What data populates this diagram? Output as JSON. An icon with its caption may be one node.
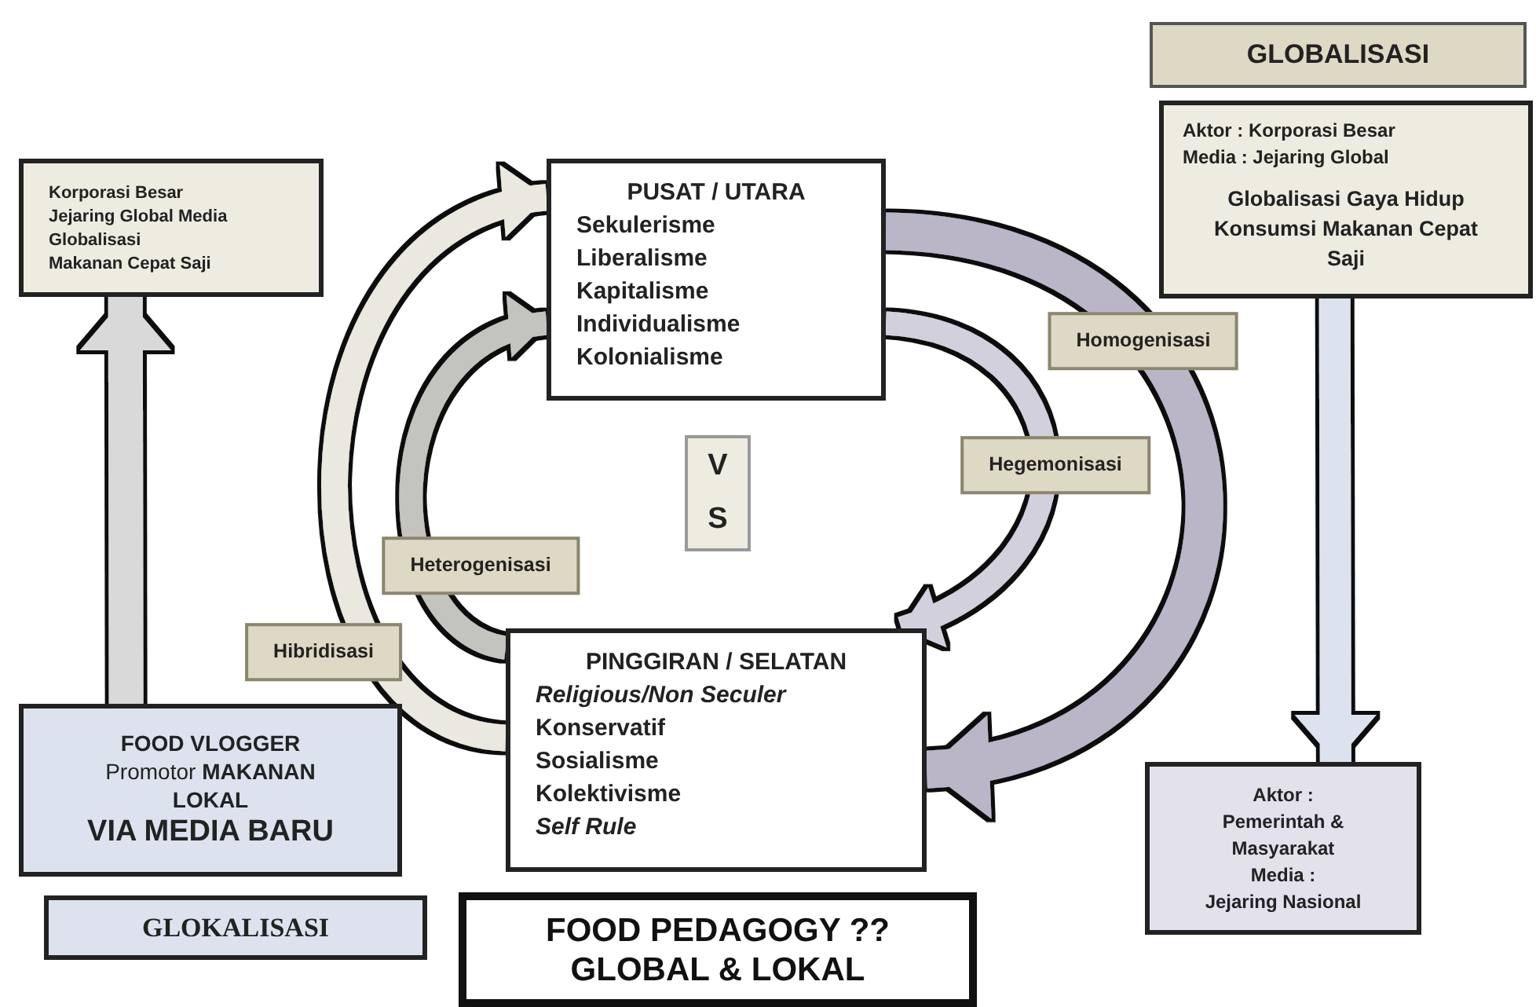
{
  "diagram": {
    "nodes": [
      {
        "text": [
          "GLOBALISASI"
        ]
      },
      {
        "text": [
          "Aktor : Korporasi Besar",
          "Media : Jejaring Global",
          "Globalisasi Gaya Hidup Konsumsi Makanan Cepat Saji"
        ]
      },
      {
        "text": [
          "Korporasi Besar",
          "Jejaring Global Media",
          "Globalisasi",
          "Makanan Cepat Saji"
        ]
      },
      {
        "text": [
          "PUSAT / UTARA",
          "Sekulerisme",
          "Liberalisme",
          "Kapitalisme",
          "Individualisme",
          "Kolonialisme"
        ]
      },
      {
        "text": [
          "VS"
        ]
      },
      {
        "text": [
          "PINGGIRAN / SELATAN",
          "Religious/Non Seculer",
          "Konservatif",
          "Sosialisme",
          "Kolektivisme",
          "Self Rule"
        ]
      },
      {
        "text": [
          "FOOD VLOGGER",
          "Promotor **MAKANAN LOKAL**",
          "VIA MEDIA BARU"
        ]
      },
      {
        "text": [
          "Aktor :",
          "Pemerintah & Masyarakat",
          "Media :",
          "Jejaring Nasional"
        ]
      },
      {
        "text": [
          "GLOKALISASI"
        ]
      },
      {
        "text": [
          "FOOD PEDAGOGY ??",
          "GLOBAL & LOKAL"
        ]
      }
    ],
    "edges": [
      {
        "from": 6,
        "to": 2,
        "arrow": "to",
        "color": "#d9d9d9"
      },
      {
        "from": 1,
        "to": 7,
        "arrow": "to",
        "color": "#dce3ef"
      },
      {
        "from": 5,
        "to": 3,
        "arrow": "to",
        "label": "Hibridisasi",
        "color": "#eae8df"
      },
      {
        "from": 5,
        "to": 3,
        "arrow": "to",
        "label": "Heterogenisasi",
        "color": "#c4c4bf"
      },
      {
        "from": 3,
        "to": 5,
        "arrow": "to",
        "label": "Homogenisasi",
        "color": "#bab6c8"
      },
      {
        "from": 3,
        "to": 5,
        "arrow": "to",
        "label": "Hegemonisasi",
        "color": "#d3d0de"
      }
    ]
  }
}
